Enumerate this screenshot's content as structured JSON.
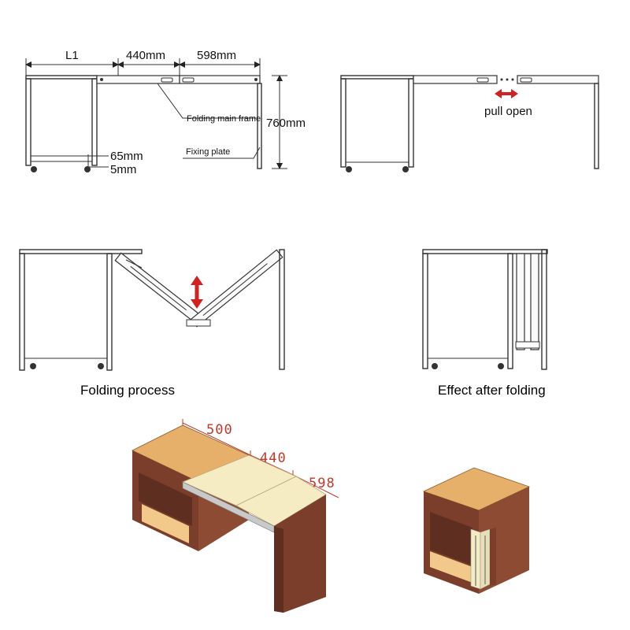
{
  "diagram1": {
    "dim_l1": "L1",
    "dim_440": "440mm",
    "dim_598": "598mm",
    "dim_760": "760mm",
    "dim_65": "65mm",
    "dim_5": "5mm",
    "label_main_frame": "Folding main frame",
    "label_fixing_plate": "Fixing plate"
  },
  "diagram2": {
    "label_pull": "pull open"
  },
  "diagram3": {
    "caption": "Folding process"
  },
  "diagram4": {
    "caption": "Effect after folding"
  },
  "render_open": {
    "dim_500": "500",
    "dim_440": "440",
    "dim_598": "598"
  },
  "colors": {
    "wood_side": "#7a3e2a",
    "wood_top": "#e7b06a",
    "wood_mid": "#f6ecc4",
    "arrow_red": "#d12222",
    "dim_red": "#c0392b"
  }
}
